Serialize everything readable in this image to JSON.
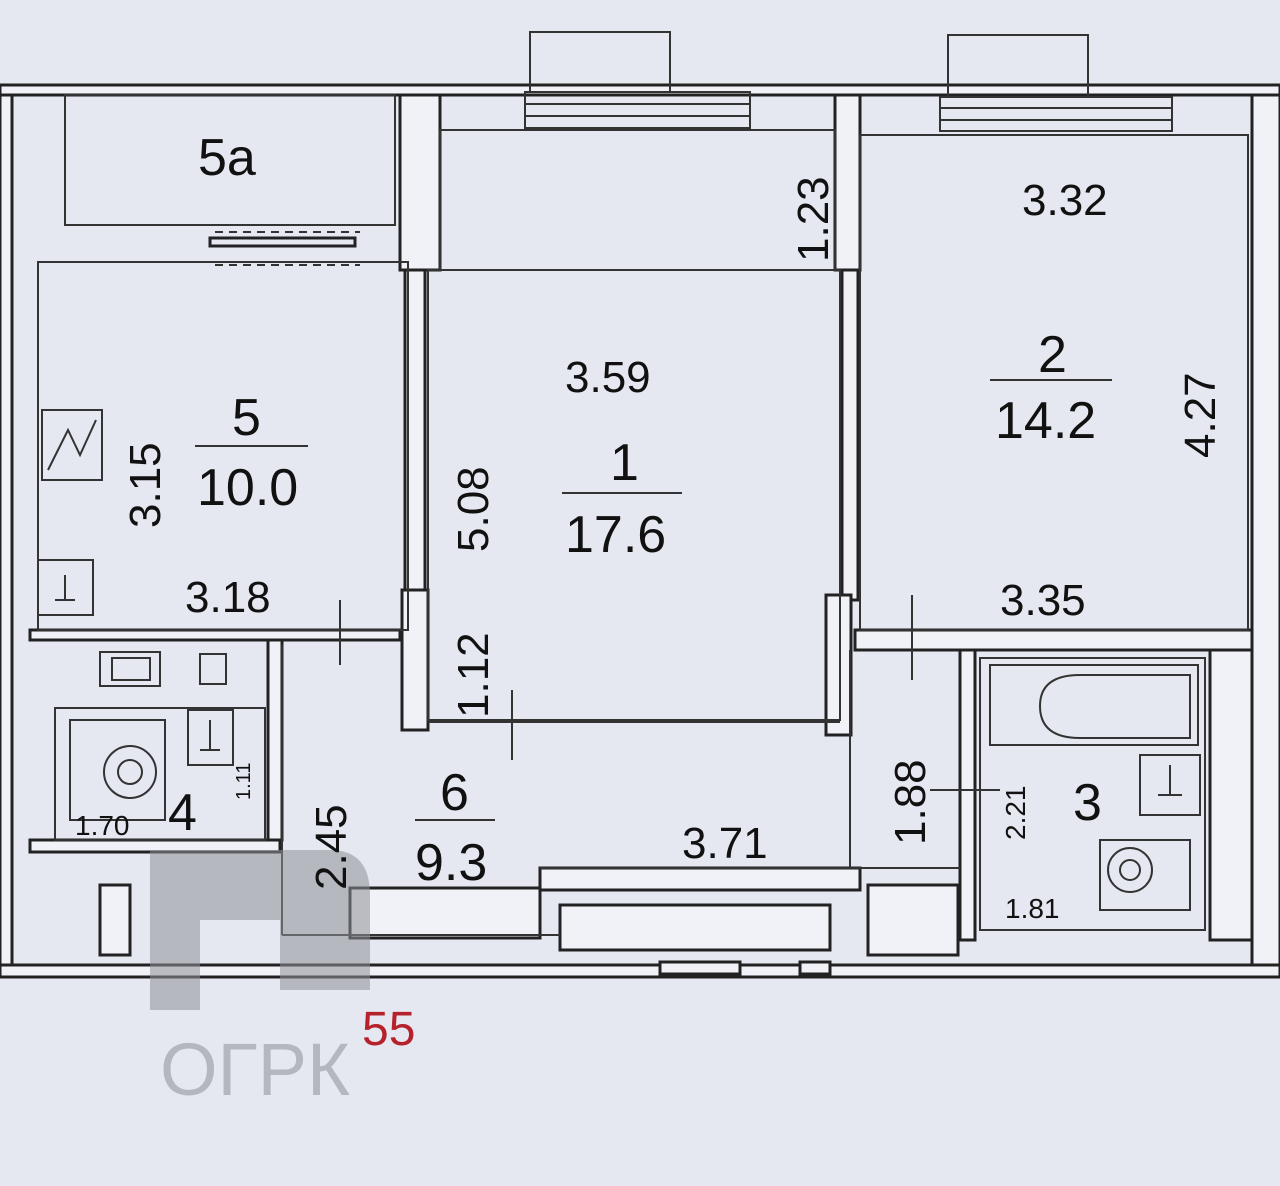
{
  "rooms": [
    {
      "number": "1",
      "area": "17.6"
    },
    {
      "number": "2",
      "area": "14.2"
    },
    {
      "number": "3"
    },
    {
      "number": "4"
    },
    {
      "number": "5",
      "area": "10.0"
    },
    {
      "number": "5а"
    },
    {
      "number": "6",
      "area": "9.3"
    }
  ],
  "dimensions": {
    "room1_width": "3.59",
    "room1_length": "5.08",
    "room1_niche": "1.23",
    "room1_passage": "1.12",
    "room2_width_top": "3.32",
    "room2_width_bottom": "3.35",
    "room2_length": "4.27",
    "room3_length": "2.21",
    "room3_width": "1.81",
    "room4_width": "1.70",
    "room4_depth": "1.11",
    "room5_length": "3.15",
    "room5_width": "3.18",
    "room6_width": "3.71",
    "room6_depth": "1.88",
    "room6_length": "2.45"
  },
  "marker": "55",
  "watermark": {
    "text": "ОГРК"
  }
}
